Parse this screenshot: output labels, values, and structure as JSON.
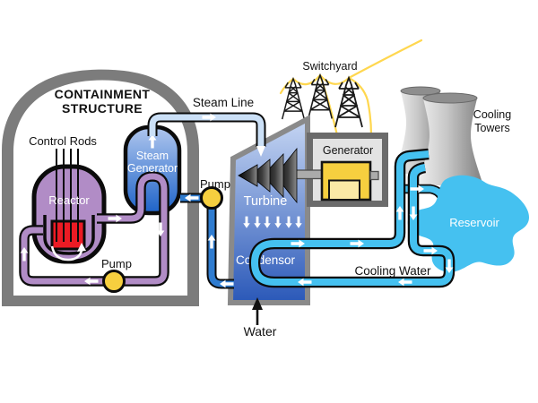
{
  "diagram": {
    "containment": {
      "line1": "CONTAINMENT",
      "line2": "STRUCTURE"
    },
    "labels": {
      "control_rods": "Control Rods",
      "reactor": "Reactor",
      "steam_generator_line1": "Steam",
      "steam_generator_line2": "Generator",
      "steam_line": "Steam Line",
      "primary_pump": "Pump",
      "feedwater_pump": "Pump",
      "turbine": "Turbine",
      "condensor": "Condensor",
      "generator": "Generator",
      "switchyard": "Switchyard",
      "cooling_towers_line1": "Cooling",
      "cooling_towers_line2": "Towers",
      "reservoir": "Reservoir",
      "cooling_water": "Cooling Water",
      "water": "Water"
    },
    "colors": {
      "containment_wall": "#7C7C7C",
      "primary_loop": "#B18CC6",
      "reactor_core": "#EC1B24",
      "pump": "#F6CF3F",
      "steam_generator_top": "#AFC6EE",
      "steam_generator_bottom": "#1E63C8",
      "steam_line": "#CBE0F7",
      "turbine_block_top": "#C6D6F3",
      "turbine_block_bottom": "#2A58B8",
      "block_border": "#8A8A8A",
      "cooling_water": "#45C1F0",
      "feedwater": "#2F7CD0",
      "generator_machine": "#F6CF3F",
      "switchyard_wire": "#FFD74F",
      "tower_gray": "#9A9A9A"
    }
  }
}
